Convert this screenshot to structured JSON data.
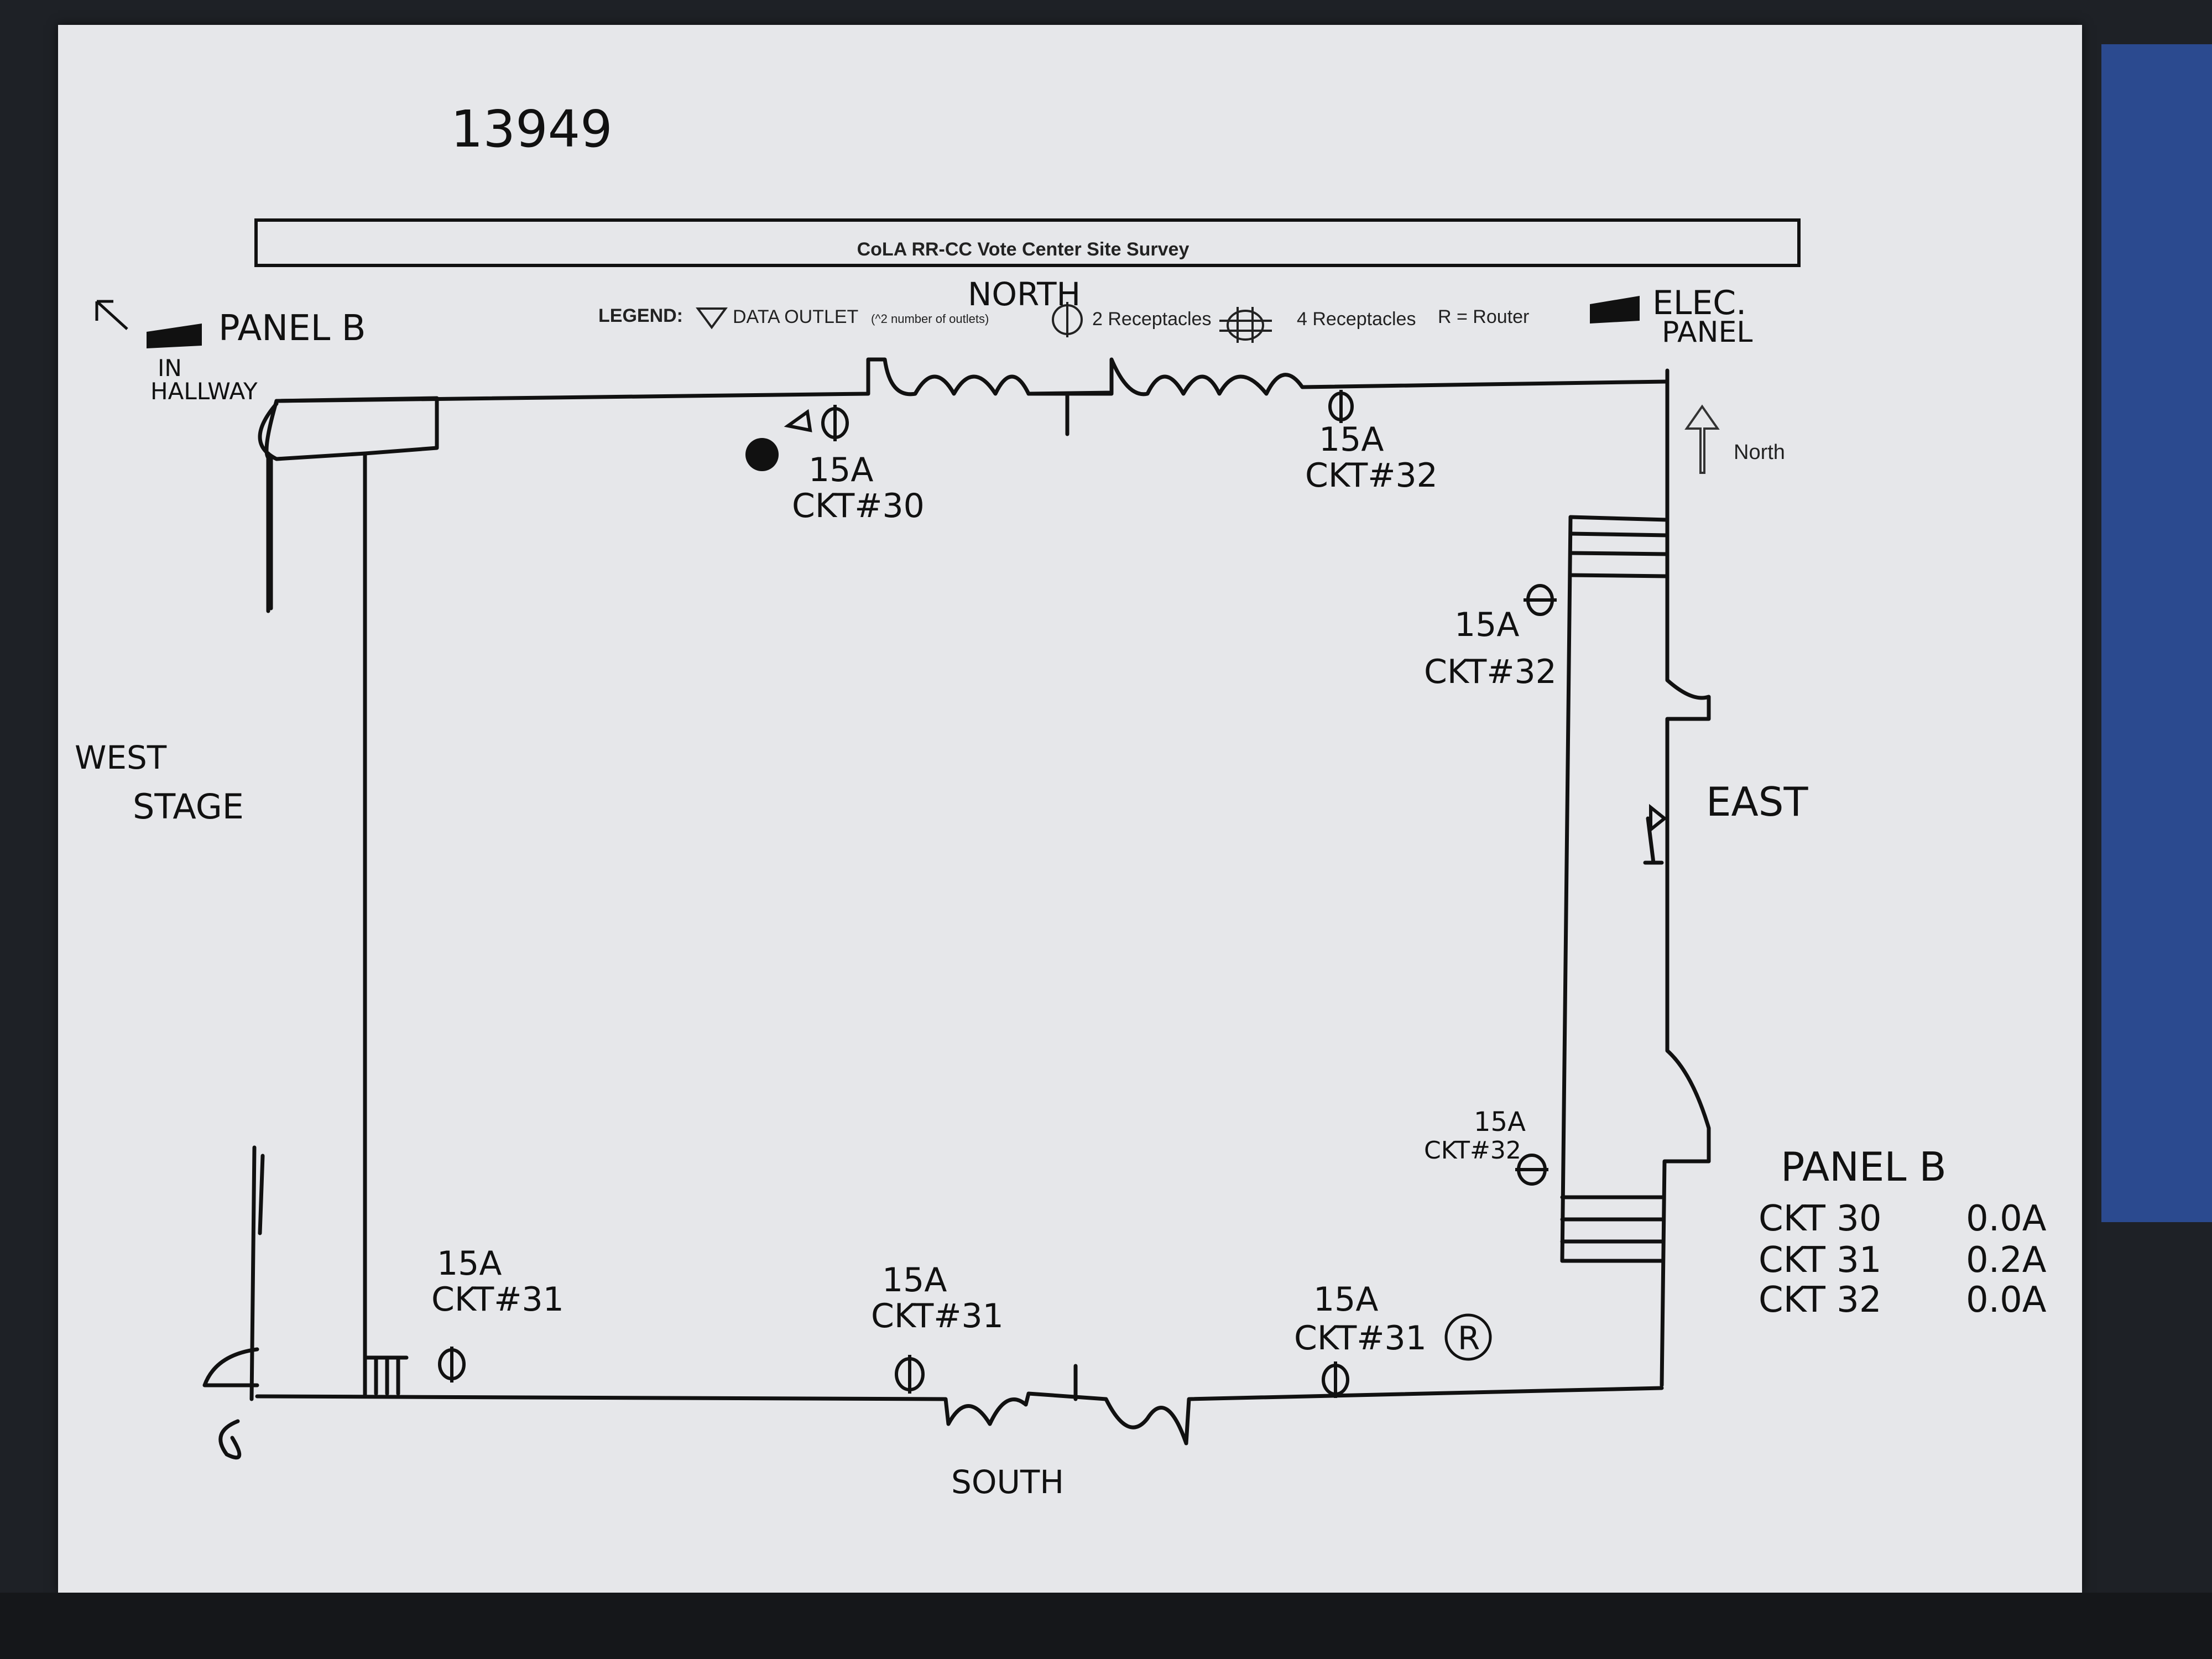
{
  "sheet_number": "13949",
  "title": "CoLA RR-CC Vote Center Site Survey",
  "legend": {
    "label": "LEGEND:",
    "data_outlet": "DATA OUTLET",
    "data_outlet_note": "(^2 number of outlets)",
    "two_receptacles": "2 Receptacles",
    "four_receptacles": "4 Receptacles",
    "router": "R = Router"
  },
  "north_arrow_label": "North",
  "directions": {
    "north": "NORTH",
    "south": "SOUTH",
    "east": "EAST",
    "west": "WEST",
    "stage": "STAGE"
  },
  "panel_b_location": {
    "label": "PANEL B",
    "sub1": "IN",
    "sub2": "HALLWAY"
  },
  "elec_panel": {
    "line1": "ELEC.",
    "line2": "PANEL"
  },
  "router_symbol": "R",
  "receptacles": [
    {
      "amps": "15A",
      "circuit": "CKT#30"
    },
    {
      "amps": "15A",
      "circuit": "CKT#32"
    },
    {
      "amps": "15A",
      "circuit": "CKT#32"
    },
    {
      "amps": "15A",
      "circuit": "CKT#32"
    },
    {
      "amps": "15A",
      "circuit": "CKT#31"
    },
    {
      "amps": "15A",
      "circuit": "CKT#31"
    },
    {
      "amps": "15A",
      "circuit": "CKT#31"
    }
  ],
  "panel_readings": {
    "title": "PANEL B",
    "rows": [
      {
        "circuit": "CKT 30",
        "reading": "0.0A"
      },
      {
        "circuit": "CKT 31",
        "reading": "0.2A"
      },
      {
        "circuit": "CKT 32",
        "reading": "0.0A"
      }
    ]
  },
  "colors": {
    "paper": "#e6e7ea",
    "ink": "#111111",
    "background": "#1e2126",
    "folder": "#2b4a8f"
  }
}
